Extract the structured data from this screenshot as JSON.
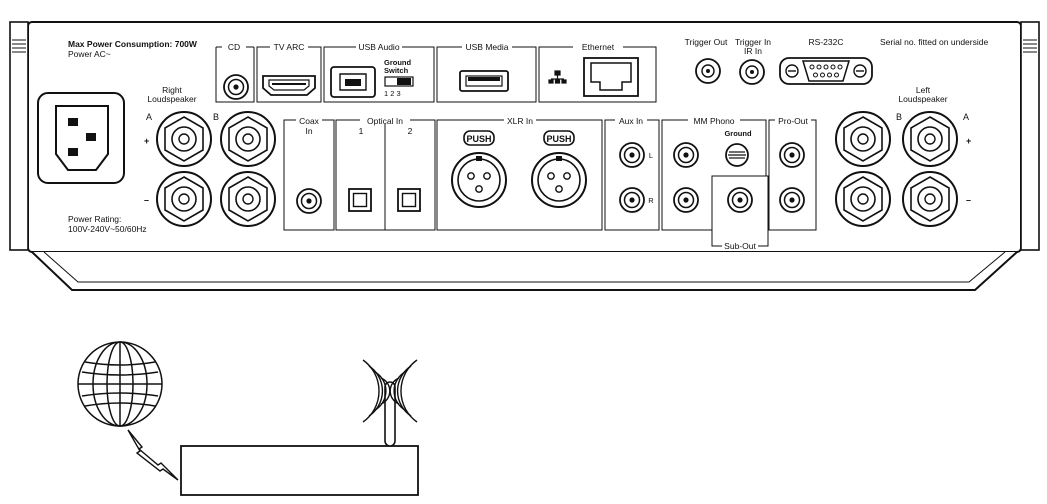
{
  "panel": {
    "max_power": "Max Power Consumption: 700W",
    "power_ac": "Power AC~",
    "power_rating_title": "Power Rating:",
    "power_rating_value": "100V-240V~50/60Hz",
    "serial_note": "Serial no. fitted on underside"
  },
  "sections": {
    "cd": "CD",
    "tv_arc": "TV ARC",
    "usb_audio": "USB Audio",
    "ground_switch_1": "Ground",
    "ground_switch_2": "Switch",
    "ground_switch_positions": "1  2  3",
    "usb_media": "USB Media",
    "ethernet": "Ethernet",
    "trigger_out": "Trigger Out",
    "trigger_in": "Trigger In",
    "ir_in": "IR In",
    "rs232c": "RS-232C",
    "coax_in_1": "Coax",
    "coax_in_2": "In",
    "optical_in": "Optical In",
    "optical_1": "1",
    "optical_2": "2",
    "xlr_in": "XLR In",
    "push": "PUSH",
    "aux_in": "Aux In",
    "mm_phono": "MM Phono",
    "ground": "Ground",
    "pro_out": "Pro-Out",
    "sub_out": "Sub-Out",
    "channel_l": "L",
    "channel_r": "R"
  },
  "speakers": {
    "right_1": "Right",
    "right_2": "Loudspeaker",
    "left_1": "Left",
    "left_2": "Loudspeaker",
    "a": "A",
    "b": "B",
    "plus": "+",
    "minus": "–"
  }
}
